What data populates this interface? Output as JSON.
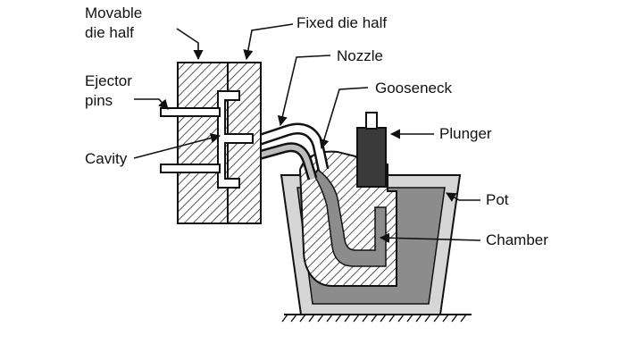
{
  "labels": {
    "movable_line1": "Movable",
    "movable_line2": "die half",
    "fixed_die_half": "Fixed die half",
    "nozzle": "Nozzle",
    "gooseneck": "Gooseneck",
    "ejector_line1": "Ejector",
    "ejector_line2": "pins",
    "plunger": "Plunger",
    "cavity": "Cavity",
    "pot": "Pot",
    "chamber": "Chamber"
  },
  "colors": {
    "ink": "#111111",
    "hatch": "#2a2a2a",
    "molten_metal": "#8c8c8c",
    "pot_fill": "#d6d6d6",
    "plunger": "#3a3a3a",
    "background": "#ffffff"
  }
}
